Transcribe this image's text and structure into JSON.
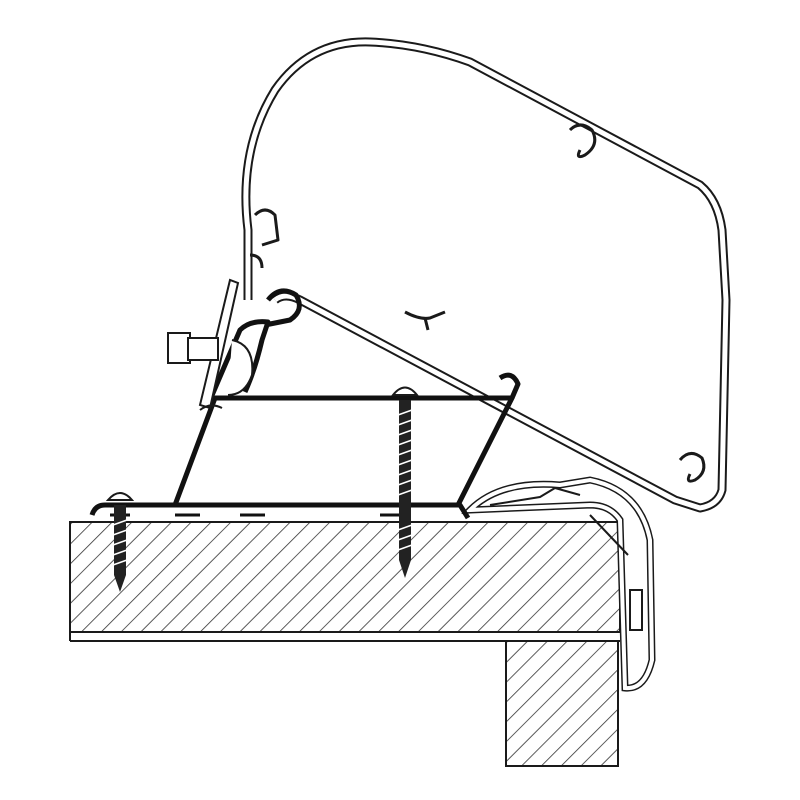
{
  "diagram": {
    "colors": {
      "line": "#1a1a1a",
      "background": "#ffffff",
      "hatch": "#333333"
    },
    "parts": [
      "awning-housing",
      "adapter-bracket",
      "mounting-screws",
      "roof-section",
      "wall-section",
      "edge-profile",
      "clamp-bolt"
    ]
  }
}
